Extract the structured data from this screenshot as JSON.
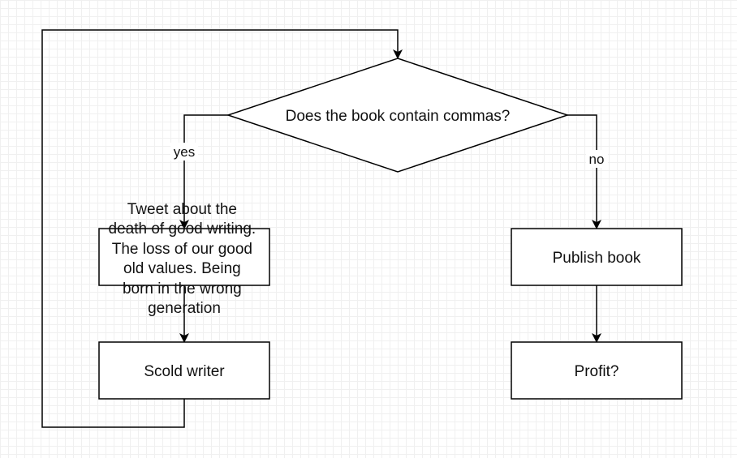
{
  "colors": {
    "stroke": "#000000",
    "text": "#111111",
    "background": "#ffffff",
    "grid": "#f0f0f0"
  },
  "nodes": {
    "decision": "Does the book contain commas?",
    "tweet": [
      "Tweet about the",
      "death of good writing.",
      "The loss of our good",
      "old values. Being",
      "born in the wrong",
      "generation"
    ],
    "scold": "Scold writer",
    "publish": "Publish book",
    "profit": "Profit?"
  },
  "edge_labels": {
    "yes": "yes",
    "no": "no"
  }
}
